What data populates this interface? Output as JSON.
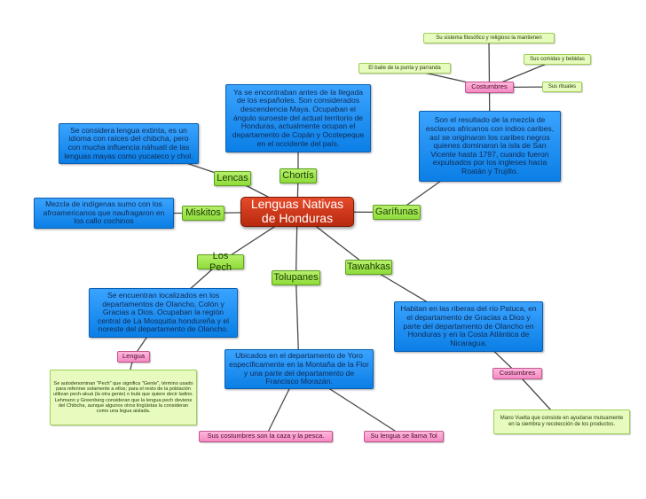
{
  "central": "Lenguas Nativas de Honduras",
  "topics": {
    "lencas": "Lencas",
    "chortis": "Chortís",
    "miskitos": "Miskitos",
    "garifunas": "Garífunas",
    "lospech": "Los Pech",
    "tolupanes": "Tolupanes",
    "tawahkas": "Tawahkas"
  },
  "descriptions": {
    "lencas": "Se considera lengua extinta, es un idioma con raíces del chibcha, pero con mucha influencia náhuatl de las lenguas mayas como yucateco y chol.",
    "chortis": "Ya se encontraban antes de la llegada de los españoles. Son considerados descendencia Maya. Ocupaban el ángulo suroeste del actual territorio de Honduras, actualmente ocupan el departamento de Copán y Ocotepeque en el occidente del país.",
    "miskitos": "Mezcla de indígenas sumo con los afroamericanos que naufragaron en los callo cochinos",
    "garifunas": "Son el resultado de la mezcla de esclavos africanos con indios caribes, así se originaron los caribes negros quienes dominaron la isla de San Vicente hasta 1797, cuando fueron expulsados por los ingleses hacia Roatán y Trujillo.",
    "lospech": "Se encuentran localizados en los departamentos de Olancho, Colón y Gracias a Dios. Ocupaban la región central de La Mosquitia hondureña y el noreste del departamento de Olancho.",
    "tolupanes": "Ubicados en el departamento de Yoro específicamente en la Montaña de la Flor y una parte del departamento de Francisco Morazán.",
    "tawahkas": "Habitan en las riberas del río Patuca, en el departamento de Gracias a Dios y parte del departamento de Olancho en Honduras y en la Costa Atlántica de Nicaragua."
  },
  "garifunas_costumbres": {
    "label": "Costumbres",
    "items": [
      "Su sistema filosófico y religioso la mantienen",
      "El baile de la punta y parranda",
      "Sus comidas y bebidas",
      "Sus rituales"
    ]
  },
  "pech_lengua": {
    "label": "Lengua",
    "note": "Se autodenominan \"Pech\" que significa \"Gente\", término usado para referirse solamente a ellos; para el resto de la población utilizan pech-akuá (la otra gente) o bulá que quiere decir ladino. Lehmann y Greenberg consideran que la lengua pech deviene del Chibcha, aunque algunos otros lingüistas la consideran como una legua aislada."
  },
  "tolupanes_extra": {
    "costumbres": "Sus costumbres son la caza y la pesca.",
    "lengua": "Su lengua se llama Tol"
  },
  "tawahkas_costumbres": {
    "label": "Costumbres",
    "note": "Mano Vuelta que consiste en ayudarse mutuamente en la siembra y recolección de los productos."
  }
}
